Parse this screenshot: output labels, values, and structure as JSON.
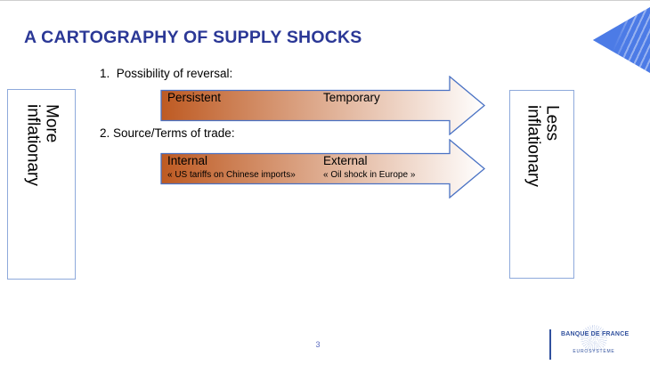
{
  "slide": {
    "title": "A CARTOGRAPHY OF SUPPLY SHOCKS",
    "page_number": "3"
  },
  "sections": [
    {
      "label": "1.  Possibility of reversal:"
    },
    {
      "label": "2. Source/Terms of trade:"
    }
  ],
  "arrows": [
    {
      "left_label": "Persistent",
      "right_label": "Temporary"
    },
    {
      "left_label": "Internal",
      "left_sublabel": "« US tariffs on Chinese imports»",
      "right_label": "External",
      "right_sublabel": "« Oil shock in Europe »"
    }
  ],
  "side_boxes": {
    "left": "More\ninflationary",
    "right": "Less\ninflationary"
  },
  "footer_logo": {
    "name": "BANQUE DE FRANCE",
    "subtitle": "EUROSYSTÈME"
  },
  "colors": {
    "title": "#2B3896",
    "arrow_border": "#4A72C4",
    "arrow_gradient_start": "#BE5A22",
    "arrow_gradient_end": "#FFFFFF",
    "box_border": "#8EA9DB",
    "corner_logo": "#4C7BE6",
    "footer_logo": "#31519E",
    "page_number": "#5B6BC0",
    "text": "#111111"
  }
}
